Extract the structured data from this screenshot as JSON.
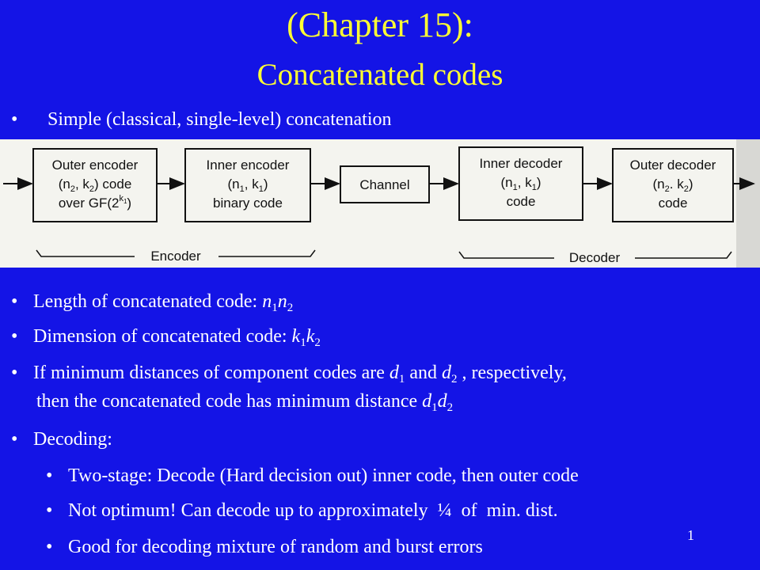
{
  "title": {
    "line1": "(Chapter 15):",
    "line2": "Concatenated codes"
  },
  "intro_bullet": "Simple (classical, single-level) concatenation",
  "diagram": {
    "boxes": [
      {
        "line1": "Outer encoder",
        "line2": "(n",
        "line2_sub": "2",
        "line2_mid": ", k",
        "line2_sub2": "2",
        "line2_end": ") code",
        "line3": "over GF(2",
        "line3_sup": "k",
        "line3_supsub": "1",
        "line3_end": ")"
      },
      {
        "line1": "Inner encoder",
        "line2": "(n",
        "line2_sub": "1",
        "line2_mid": ", k",
        "line2_sub2": "1",
        "line2_end": ")",
        "line3": "binary code"
      },
      {
        "line1": "Channel"
      },
      {
        "line1": "Inner decoder",
        "line2": "(n",
        "line2_sub": "1",
        "line2_mid": ", k",
        "line2_sub2": "1",
        "line2_end": ")",
        "line3": "code"
      },
      {
        "line1": "Outer decoder",
        "line2": "(n",
        "line2_sub": "2",
        "line2_mid": ". k",
        "line2_sub2": "2",
        "line2_end": ")",
        "line3": "code"
      }
    ],
    "encoder_label": "Encoder",
    "decoder_label": "Decoder"
  },
  "bullets": {
    "length_text": "Length of concatenated code: ",
    "length_n": "n",
    "length_sub1": "1",
    "length_n2": "n",
    "length_sub2": "2",
    "dimension_text": "Dimension of concatenated code: ",
    "dimension_k": "k",
    "dimension_sub1": "1",
    "dimension_k2": "k",
    "dimension_sub2": "2",
    "min_dist_a": "If minimum distances of component codes are ",
    "min_dist_d": "d",
    "min_dist_sub1": "1",
    "min_dist_and": " and ",
    "min_dist_d2": "d",
    "min_dist_sub2": "2",
    "min_dist_b": " , respectively,",
    "min_dist_c": "then the concatenated code has minimum distance ",
    "min_dist_final_d1": "d",
    "min_dist_final_sub1": "1",
    "min_dist_final_d2": "d",
    "min_dist_final_sub2": "2",
    "decoding": "Decoding:",
    "sub1": "Two-stage: Decode (Hard decision out) inner code, then outer code",
    "sub2": "Not optimum! Can decode up to approximately  ¼  of  min. dist.",
    "sub3": "Good for decoding mixture of random and burst errors"
  },
  "bullet_char": "•",
  "page_number": "1"
}
